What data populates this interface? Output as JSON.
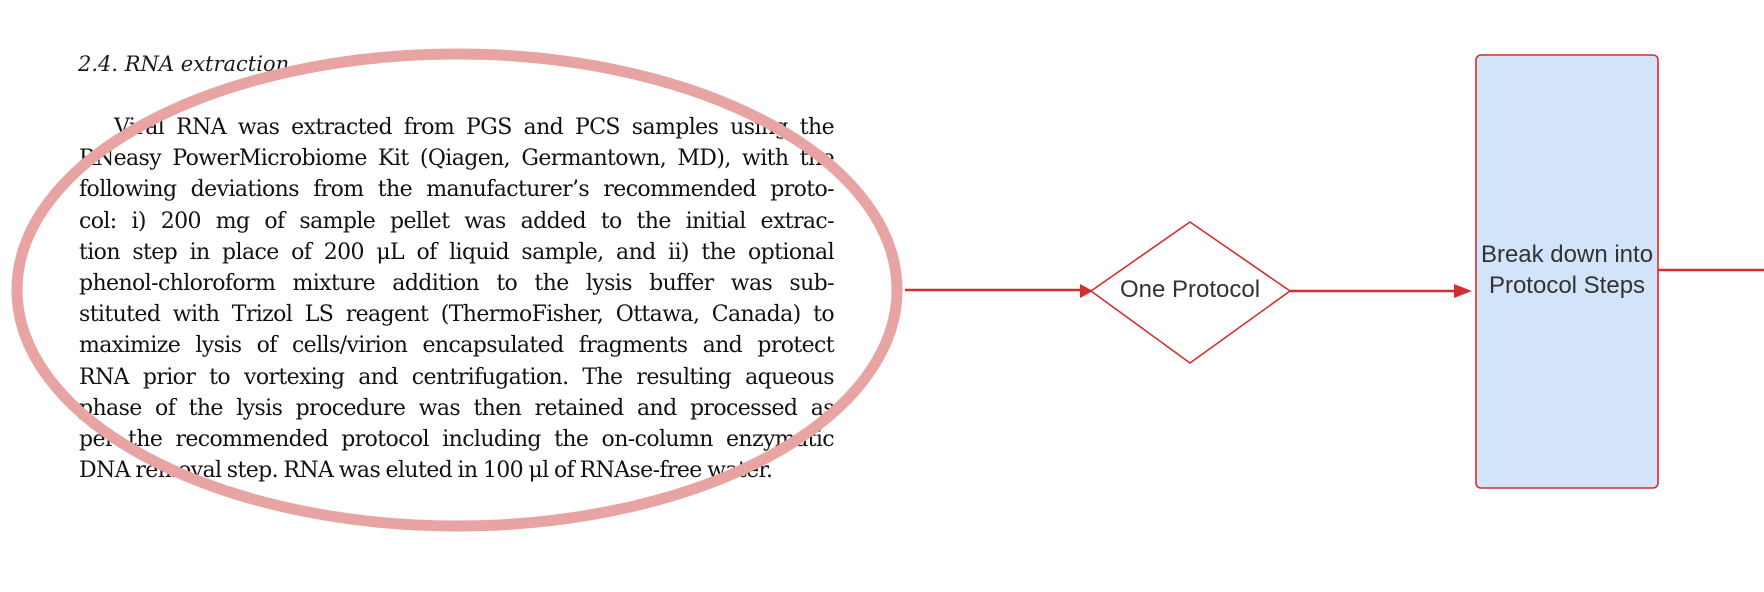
{
  "document": {
    "heading": "2.4.  RNA extraction",
    "lines": [
      "Viral RNA was extracted from PGS and PCS samples using the",
      "RNeasy PowerMicrobiome Kit (Qiagen, Germantown, MD), with the",
      "following deviations from the manufacturer’s recommended proto-",
      "col: i) 200 mg of sample pellet was added to the initial extrac-",
      "tion step in place of 200 μL of liquid sample, and ii) the optional",
      "phenol-chloroform mixture addition to the lysis buffer was sub-",
      "stituted with Trizol LS reagent (ThermoFisher, Ottawa, Canada) to",
      "maximize lysis of cells/virion encapsulated fragments and protect",
      "RNA prior to vortexing and centrifugation. The resulting aqueous",
      "phase of the lysis procedure was then retained and processed as",
      "per the recommended protocol including the on-column enzymatic",
      "DNA removal step. RNA was eluted in 100 μl of RNAse-free water."
    ]
  },
  "diagram": {
    "decision_label": "One Protocol",
    "process_label": "Break down into Protocol Steps",
    "colors": {
      "connector": "#d32f2f",
      "ellipse": "#e8a3a3",
      "process_fill": "#d3e3fa"
    }
  }
}
